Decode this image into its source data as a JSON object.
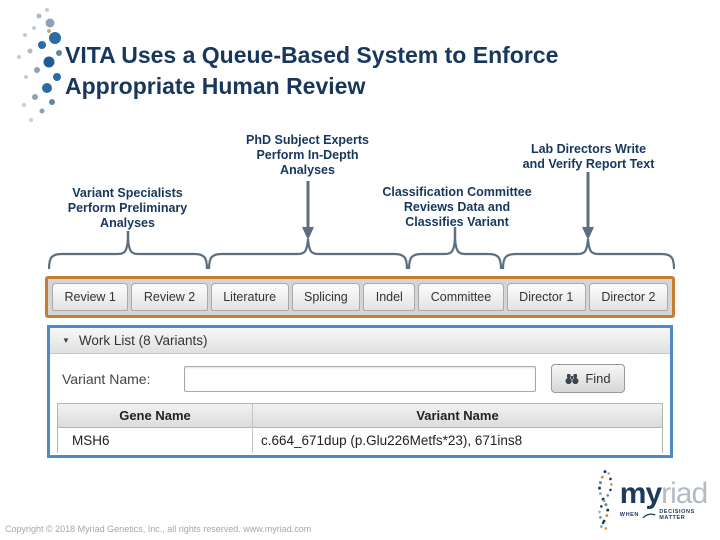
{
  "colors": {
    "navy": "#17375d",
    "slate_arrows": "#5d6e7e",
    "tabbar_highlight_border": "#c87d33",
    "panel_border": "#4e8ac8"
  },
  "title": {
    "line1": "VITA Uses a Queue-Based System to Enforce",
    "line2": "Appropriate Human Review"
  },
  "workflow": {
    "labels": [
      {
        "lines": [
          "Variant Specialists",
          "Perform Preliminary",
          "Analyses"
        ]
      },
      {
        "lines": [
          "PhD Subject Experts",
          "Perform In-Depth",
          "Analyses"
        ]
      },
      {
        "lines": [
          "Classification Committee",
          "Reviews Data and",
          "Classifies Variant"
        ]
      },
      {
        "lines": [
          "Lab Directors Write",
          "and Verify Report Text"
        ]
      }
    ]
  },
  "tabs": [
    {
      "label": "Review 1"
    },
    {
      "label": "Review 2"
    },
    {
      "label": "Literature"
    },
    {
      "label": "Splicing"
    },
    {
      "label": "Indel"
    },
    {
      "label": "Committee"
    },
    {
      "label": "Director 1"
    },
    {
      "label": "Director 2"
    }
  ],
  "worklist": {
    "collapse_icon": "▼",
    "header": "Work List (8 Variants)",
    "search_label": "Variant Name:",
    "search_value": "",
    "find_button": "Find",
    "table": {
      "headers": [
        "Gene Name",
        "Variant Name"
      ],
      "rows": [
        [
          "MSH6",
          "c.664_671dup (p.Glu226Metfs*23), 671ins8"
        ]
      ]
    }
  },
  "footer": {
    "copyright": "Copyright © 2018 Myriad Genetics, Inc., all rights reserved. www.myriad.com",
    "logo": {
      "part1": "my",
      "part2": "riad",
      "tagline_left": "WHEN",
      "tagline_right": "DECISIONS MATTER"
    }
  }
}
